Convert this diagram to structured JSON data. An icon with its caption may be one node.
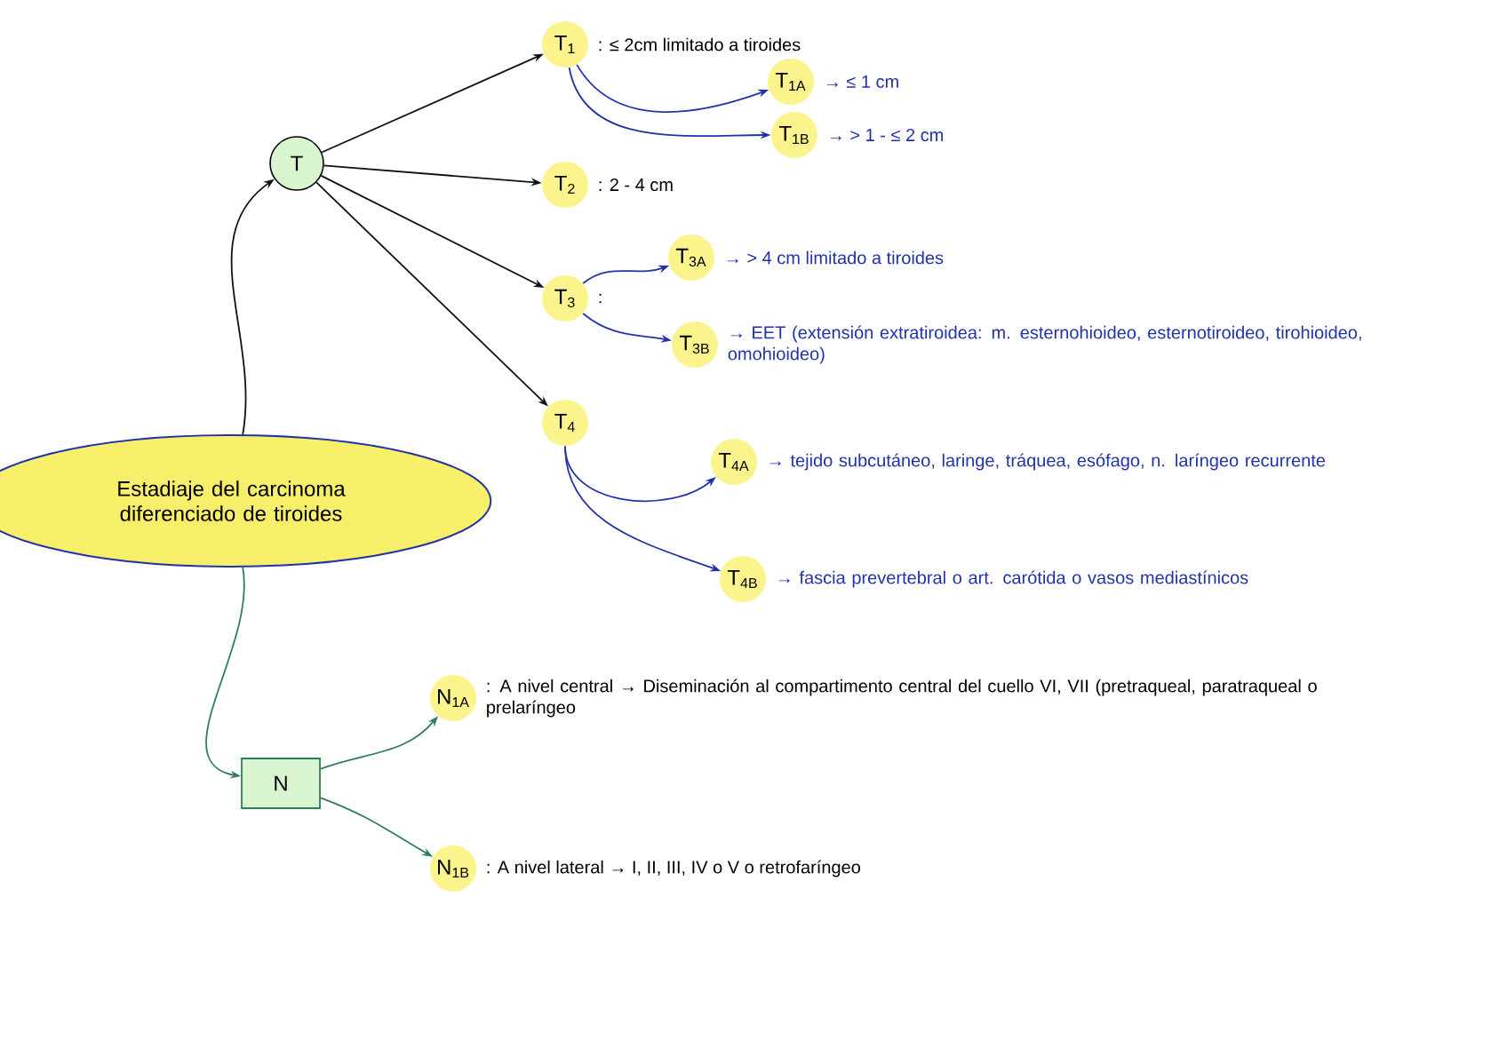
{
  "diagram": {
    "nodes": [
      {
        "text": [
          "Estadiaje del carcinoma diferenciado de tiroides"
        ]
      },
      {
        "text": [
          "T"
        ]
      },
      {
        "text": [
          "T$_{1}$"
        ],
        "beside": [
          ": ≤ 2cm limitado a tiroides"
        ]
      },
      {
        "text": [
          "T$_{1A}$"
        ],
        "beside": [
          "→ ≤ 1 cm"
        ]
      },
      {
        "text": [
          "T$_{1B}$"
        ],
        "beside": [
          "→ > 1 - ≤ 2 cm"
        ]
      },
      {
        "text": [
          "T$_{2}$"
        ],
        "beside": [
          ": 2 - 4 cm"
        ]
      },
      {
        "text": [
          "T$_{3}$"
        ],
        "beside": [
          ":"
        ]
      },
      {
        "text": [
          "T$_{3A}$"
        ],
        "beside": [
          "→ > 4 cm limitado a tiroides"
        ]
      },
      {
        "text": [
          "T$_{3B}$"
        ],
        "beside": [
          "→ EET (extensión extratiroidea: m. esternohioideo, esternotiroideo, tirohioideo, omohioideo)"
        ]
      },
      {
        "text": [
          "T$_{4}$"
        ]
      },
      {
        "text": [
          "T$_{4A}$"
        ],
        "beside": [
          "→ tejido subcutáneo, laringe, tráquea, esófago, n. laríngeo recurrente"
        ]
      },
      {
        "text": [
          "T$_{4B}$"
        ],
        "beside": [
          "→ fascia prevertebral o art. carótida o vasos mediastínicos"
        ]
      },
      {
        "text": [
          "N"
        ]
      },
      {
        "text": [
          "N$_{1A}$"
        ],
        "beside": [
          ": A nivel central → Diseminación al compartimento central del cuello VI, VII (pretraqueal, paratraqueal o prelaríngeo"
        ]
      },
      {
        "text": [
          "N$_{1B}$"
        ],
        "beside": [
          ": A nivel lateral → I, II, III, IV o V o retrofaríngeo"
        ]
      }
    ],
    "edges": [
      {
        "from": 0,
        "to": 1,
        "arrow": "to",
        "color": "#111111"
      },
      {
        "from": 1,
        "to": 2,
        "arrow": "to",
        "color": "#111111"
      },
      {
        "from": 1,
        "to": 5,
        "arrow": "to",
        "color": "#111111"
      },
      {
        "from": 1,
        "to": 6,
        "arrow": "to",
        "color": "#111111"
      },
      {
        "from": 1,
        "to": 9,
        "arrow": "to",
        "color": "#111111"
      },
      {
        "from": 2,
        "to": 3,
        "arrow": "to",
        "color": "#2233aa"
      },
      {
        "from": 2,
        "to": 4,
        "arrow": "to",
        "color": "#2233aa"
      },
      {
        "from": 6,
        "to": 7,
        "arrow": "to",
        "color": "#2233aa"
      },
      {
        "from": 6,
        "to": 8,
        "arrow": "to",
        "color": "#2233aa"
      },
      {
        "from": 9,
        "to": 10,
        "arrow": "to",
        "color": "#2233aa"
      },
      {
        "from": 9,
        "to": 11,
        "arrow": "to",
        "color": "#2233aa"
      },
      {
        "from": 0,
        "to": 12,
        "arrow": "to",
        "color": "#2e7d5b"
      },
      {
        "from": 12,
        "to": 13,
        "arrow": "to",
        "color": "#2e7d5b"
      },
      {
        "from": 12,
        "to": 14,
        "arrow": "to",
        "color": "#2e7d5b"
      }
    ]
  }
}
